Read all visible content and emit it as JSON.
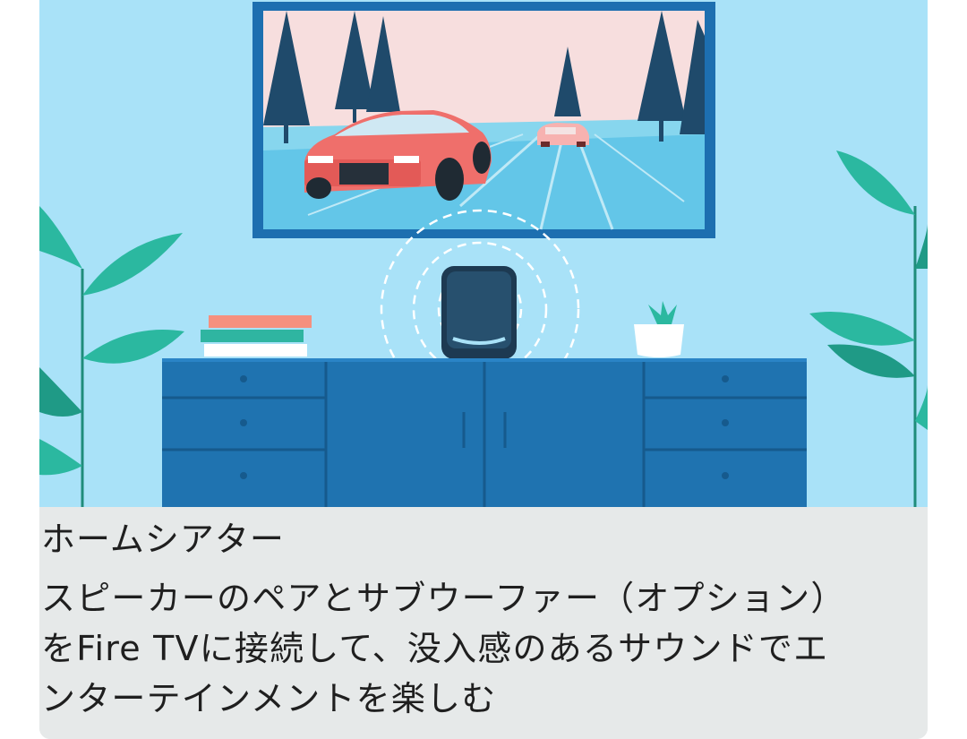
{
  "card": {
    "title": "ホームシアター",
    "description": "スピーカーのペアとサブウーファー（オプション）をFire TVに接続して、没入感のあるサウンドでエンターテインメントを楽しむ"
  },
  "illustration": {
    "icons": [
      "tv-screen-racing-cars",
      "smart-speaker",
      "books",
      "potted-plant",
      "media-cabinet",
      "palm-plant"
    ],
    "colors": {
      "wall": "#a9e2f8",
      "cabinet": "#1f73b0",
      "tv_frame": "#1d6fb0",
      "car": "#ef6f6b",
      "speaker": "#1d3a52",
      "plant": "#2bb8a0"
    }
  }
}
